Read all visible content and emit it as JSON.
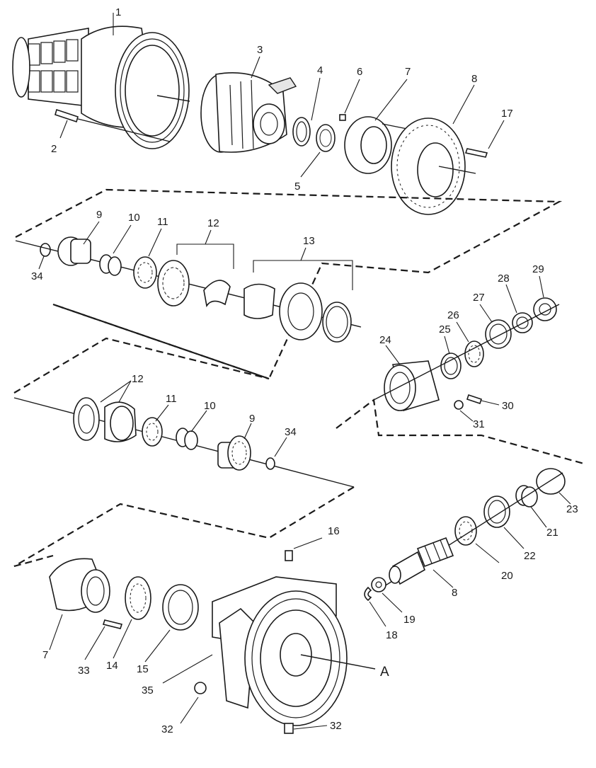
{
  "callouts": {
    "c1": "1",
    "c2": "2",
    "c3": "3",
    "c4": "4",
    "c5": "5",
    "c6": "6",
    "c7a": "7",
    "c8a": "8",
    "c17": "17",
    "c9a": "9",
    "c10a": "10",
    "c11a": "11",
    "c12a": "12",
    "c13": "13",
    "c34a": "34",
    "c24": "24",
    "c25": "25",
    "c26": "26",
    "c27": "27",
    "c28": "28",
    "c29": "29",
    "c30": "30",
    "c31": "31",
    "c12b": "12",
    "c11b": "11",
    "c10b": "10",
    "c9b": "9",
    "c34b": "34",
    "c23": "23",
    "c21": "21",
    "c22": "22",
    "c20": "20",
    "c16": "16",
    "c8b": "8",
    "c19": "19",
    "c18": "18",
    "c7b": "7",
    "c33": "33",
    "c14": "14",
    "c15": "15",
    "c35": "35",
    "c32a": "32",
    "c32b": "32"
  },
  "reference_label": "A"
}
